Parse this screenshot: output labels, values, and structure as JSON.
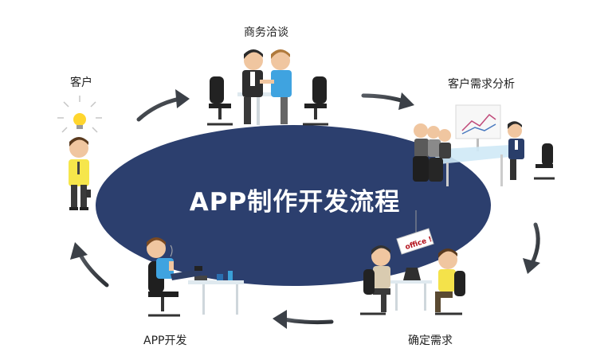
{
  "diagram": {
    "title": "APP制作开发流程",
    "steps": [
      {
        "label": "客户",
        "icon": "client-with-lightbulb-icon"
      },
      {
        "label": "商务洽谈",
        "icon": "business-handshake-icon"
      },
      {
        "label": "客户需求分析",
        "icon": "meeting-presentation-icon"
      },
      {
        "label": "确定需求",
        "icon": "team-discussion-icon"
      },
      {
        "label": "APP开发",
        "icon": "developer-at-desk-icon"
      }
    ],
    "office_sign": "office !",
    "colors": {
      "ellipse": "#2c3f6e",
      "arrow": "#3b4047",
      "title_text": "#ffffff",
      "label_text": "#222222"
    }
  }
}
